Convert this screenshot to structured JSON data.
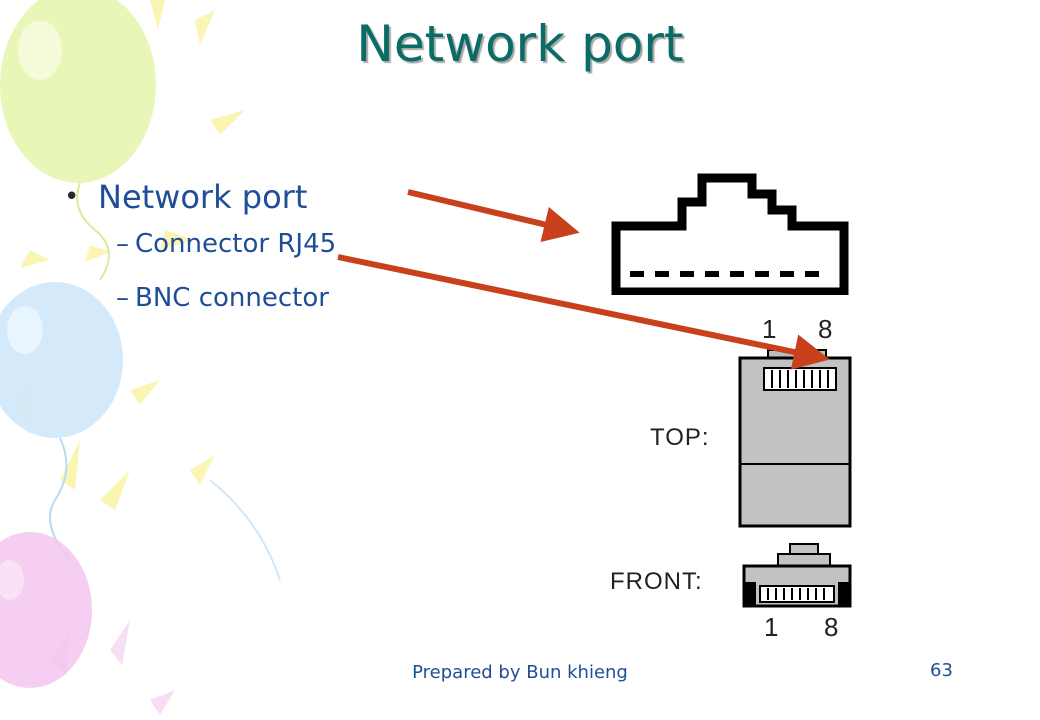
{
  "slide": {
    "title": "Network port",
    "bullet": "Network port",
    "sub_items": [
      "Connector RJ45",
      "BNC connector"
    ]
  },
  "diagram": {
    "top_label": "TOP:",
    "front_label": "FRONT:",
    "pin_first": "1",
    "pin_last": "8"
  },
  "footer": {
    "author": "Prepared by Bun khieng",
    "page_number": "63"
  },
  "colors": {
    "title": "#0b6b66",
    "text": "#1f4e96",
    "arrow": "#c8401c",
    "balloon_green": "#e6f5b0",
    "balloon_blue": "#cfe8fb",
    "balloon_pink": "#f5c6ee"
  }
}
